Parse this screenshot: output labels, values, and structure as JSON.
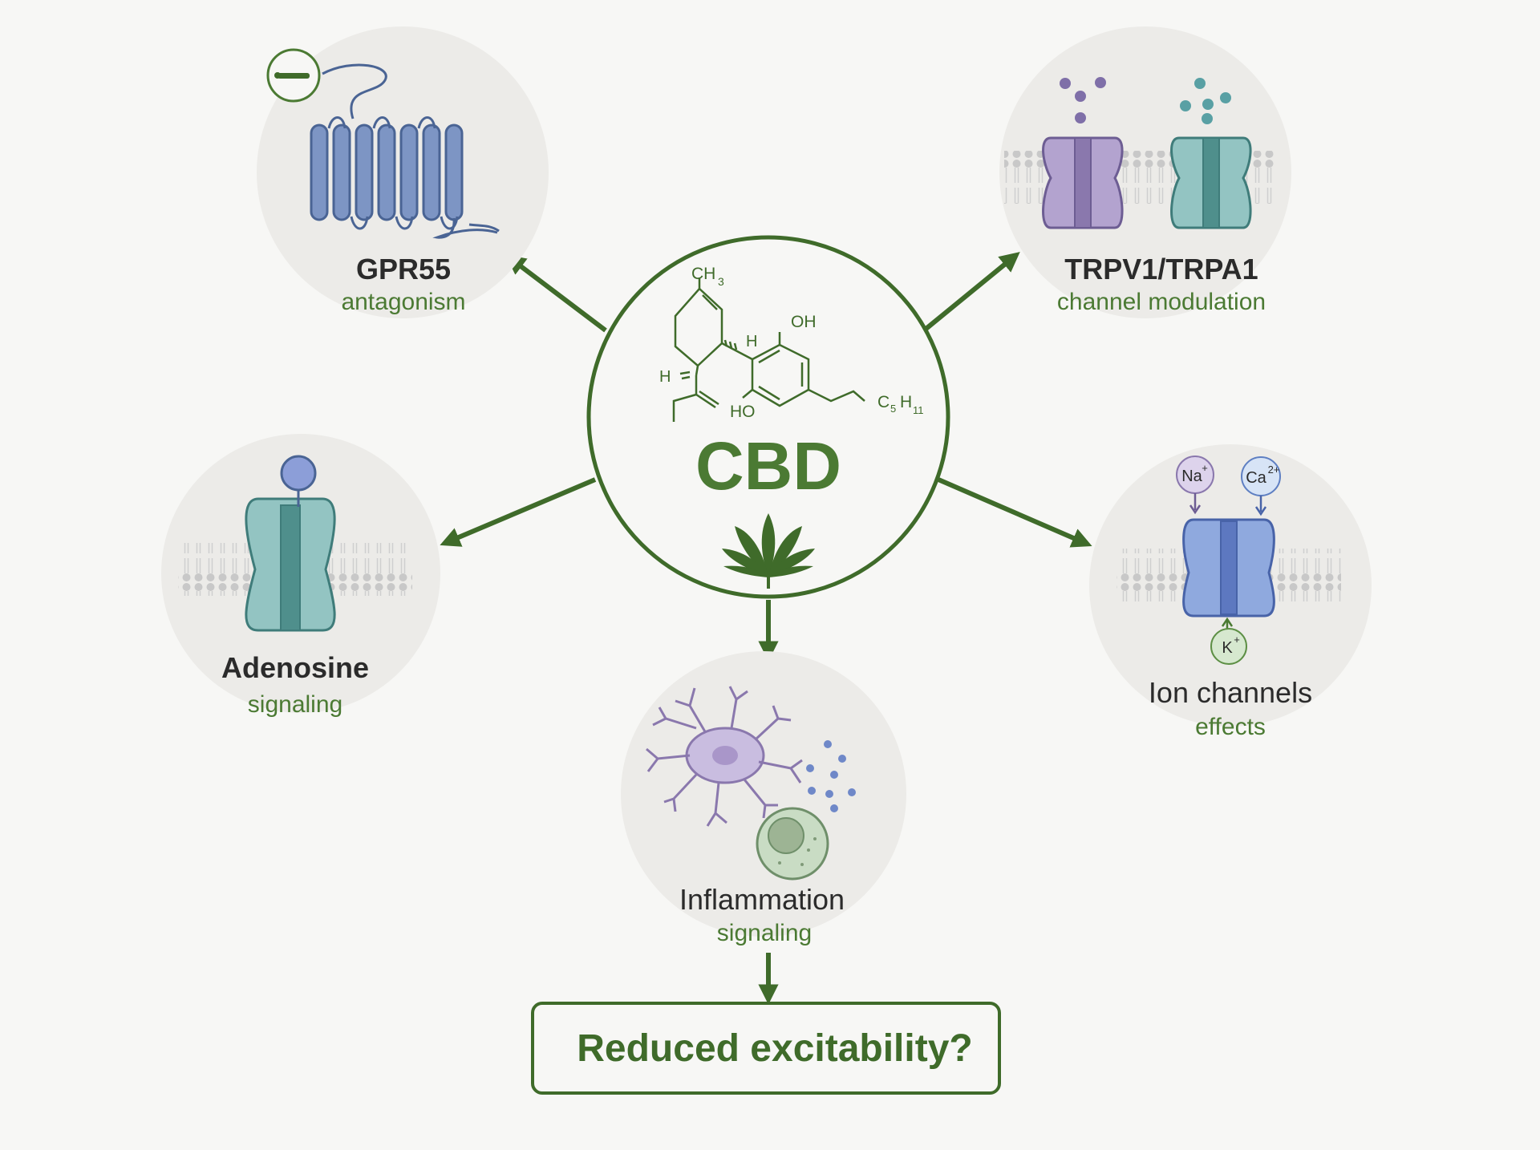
{
  "center": {
    "title": "CBD",
    "formula_labels": {
      "ch3": "CH",
      "ch3_sub": "3",
      "oh": "OH",
      "ho": "HO",
      "h1": "H",
      "h2": "H",
      "c5": "C",
      "c5_sub": "5",
      "h11": "H",
      "h11_sub": "11"
    }
  },
  "nodes": {
    "gpr55": {
      "title": "GPR55",
      "subtitle": "antagonism"
    },
    "trpv": {
      "title": "TRPV1/TRPA1",
      "subtitle": "channel modulation"
    },
    "adenosine": {
      "title": "Adenosine",
      "subtitle": "signaling"
    },
    "ion": {
      "title": "Ion channels",
      "subtitle": "effects",
      "ion_na": "Na",
      "ion_na_sup": "+",
      "ion_ca": "Ca",
      "ion_ca_sup": "2+",
      "ion_k": "K",
      "ion_k_sup": "+"
    },
    "inflammation": {
      "title": "Inflammation",
      "subtitle": "signaling"
    }
  },
  "outcome": {
    "label": "Reduced excitability?"
  },
  "colors": {
    "green_dark": "#3f6b2a",
    "green_text": "#4b7a33",
    "node_bg": "#ecebe8",
    "receptor_blue": "#6f88b8",
    "channel_teal": "#8fbfbd",
    "channel_purple": "#b3a3cf",
    "membrane_gray": "#c4c4c4"
  }
}
